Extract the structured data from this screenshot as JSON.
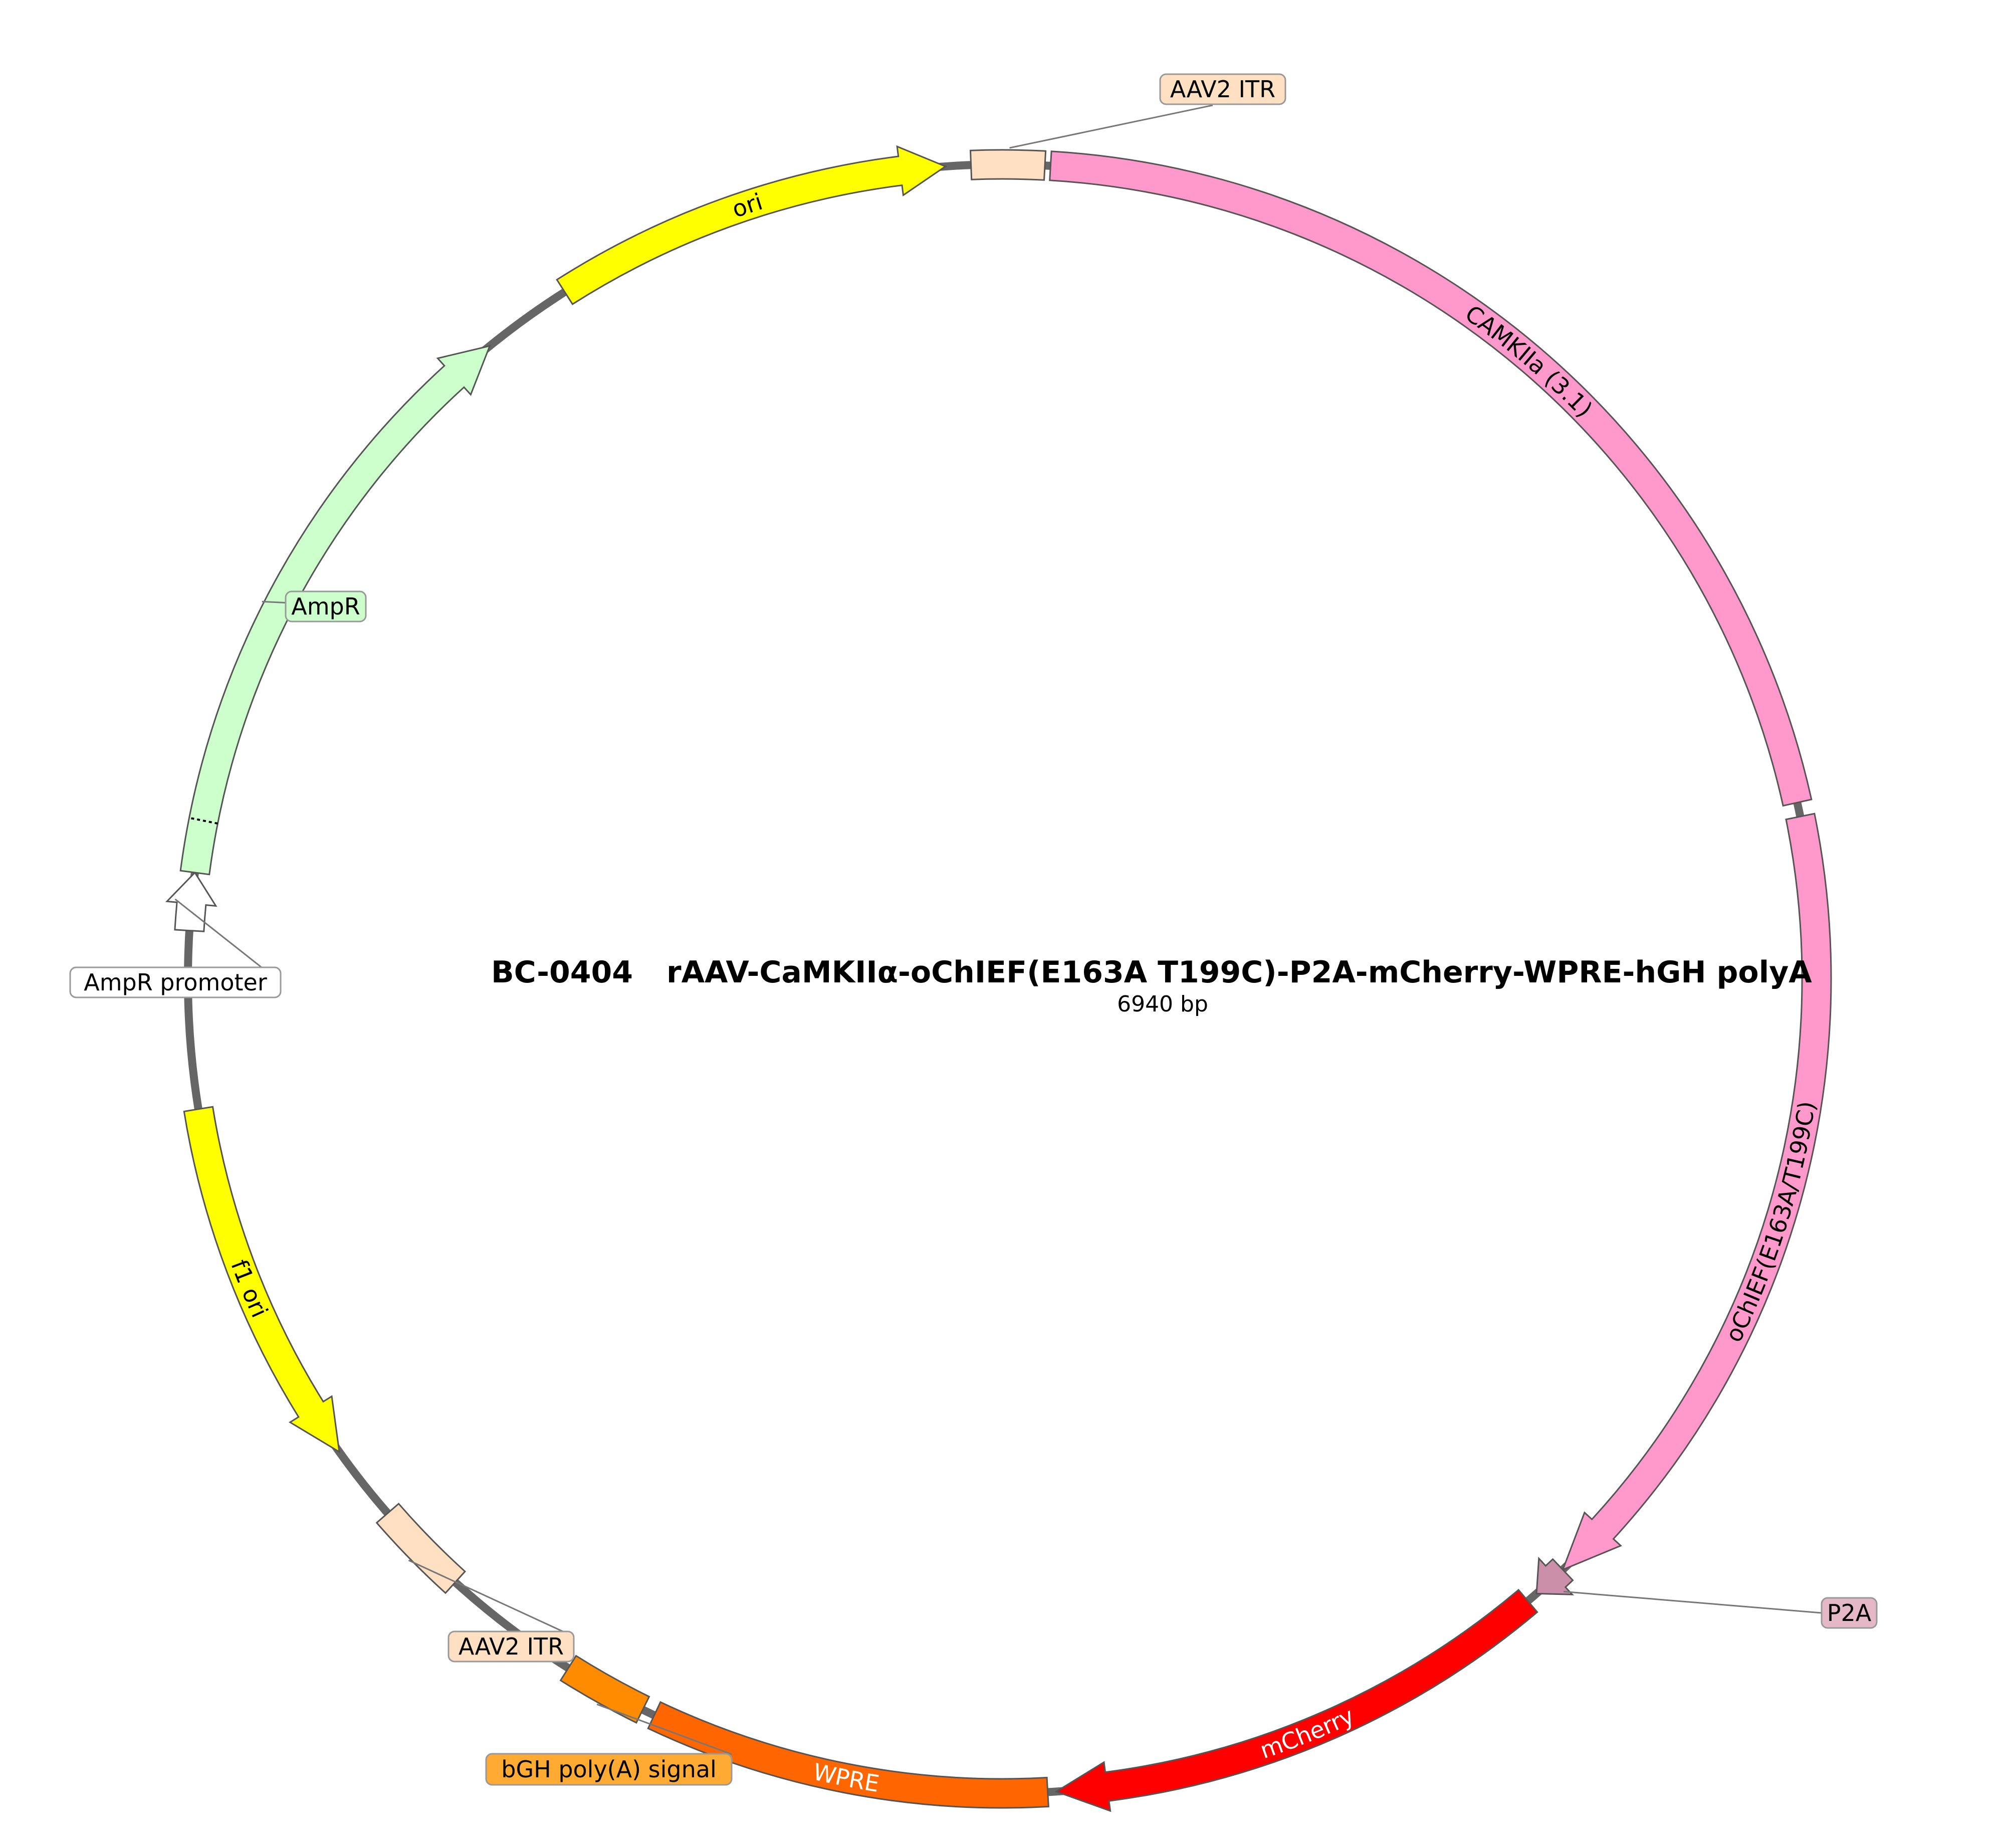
{
  "plasmid": {
    "id": "BC-0404",
    "name": "rAAV-CaMKIIα-oChIEF(E163A T199C)-P2A-mCherry-WPRE-hGH polyA",
    "length_label": "6940 bp"
  },
  "features": [
    {
      "key": "aav2-itr-top",
      "label": "AAV2 ITR",
      "color": "#ffe0c2",
      "label_bg": "#ffe0c2",
      "type": "box",
      "strand": "none"
    },
    {
      "key": "camkiia",
      "label": "CAMKIIa (3.1)",
      "color": "#ff99cc",
      "type": "box",
      "strand": "none"
    },
    {
      "key": "ochief",
      "label": "oChIEF(E163A/T199C)",
      "color": "#ff99cc",
      "type": "arrow",
      "strand": "forward"
    },
    {
      "key": "p2a",
      "label": "P2A",
      "color": "#cc8fa9",
      "label_bg": "#e5b8c8",
      "type": "arrow",
      "strand": "forward"
    },
    {
      "key": "mcherry",
      "label": "mCherry",
      "color": "#ff0000",
      "type": "arrow",
      "strand": "forward"
    },
    {
      "key": "wpre",
      "label": "WPRE",
      "color": "#ff6600",
      "type": "box",
      "strand": "none"
    },
    {
      "key": "bgh-polya",
      "label": "bGH poly(A) signal",
      "color": "#ff8c00",
      "label_bg": "#ffaa33",
      "type": "box",
      "strand": "none"
    },
    {
      "key": "aav2-itr-bottom",
      "label": "AAV2 ITR",
      "color": "#ffe0c2",
      "label_bg": "#ffe0c2",
      "type": "box",
      "strand": "none"
    },
    {
      "key": "f1-ori",
      "label": "f1 ori",
      "color": "#ffff00",
      "type": "arrow",
      "strand": "reverse"
    },
    {
      "key": "ampr-promoter",
      "label": "AmpR promoter",
      "color": "#ffffff",
      "label_bg": "#ffffff",
      "type": "arrow",
      "strand": "forward"
    },
    {
      "key": "ampr",
      "label": "AmpR",
      "color": "#ccffcc",
      "label_bg": "#ccffcc",
      "type": "arrow",
      "strand": "forward"
    },
    {
      "key": "ori",
      "label": "ori",
      "color": "#ffff00",
      "type": "arrow",
      "strand": "forward"
    }
  ]
}
